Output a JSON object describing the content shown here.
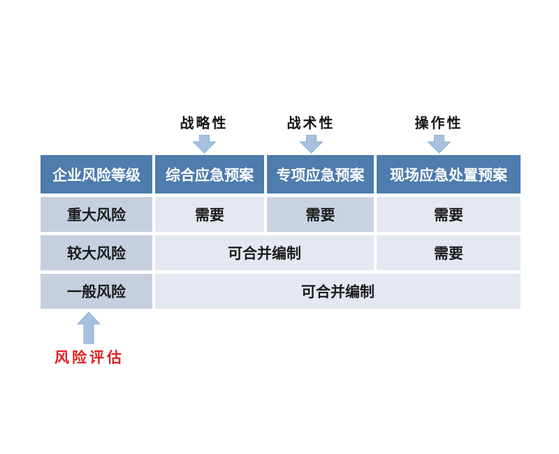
{
  "top_labels": [
    {
      "label": "战略性"
    },
    {
      "label": "战术性"
    },
    {
      "label": "操作性"
    }
  ],
  "table": {
    "headers": [
      "企业风险等级",
      "综合应急预案",
      "专项应急预案",
      "现场应急处置预案"
    ],
    "rows": [
      {
        "level": "重大风险",
        "cells": [
          "需要",
          "需要",
          "需要"
        ]
      },
      {
        "level": "较大风险",
        "cells": [
          "可合并编制",
          "需要"
        ]
      },
      {
        "level": "一般风险",
        "cells": [
          "可合并编制"
        ]
      }
    ]
  },
  "annotation": {
    "label": "风险评估"
  },
  "colors": {
    "header_bg": "#4d7cad",
    "level_column_bg": "#c5cfdf",
    "cell_bg": "#e4e8f0",
    "highlight_cell_bg": "#c9d3e1",
    "arrow_fill": "#a6c0de",
    "arrow_stroke": "#8fafd4",
    "annotation_red": "#e01f1f"
  }
}
